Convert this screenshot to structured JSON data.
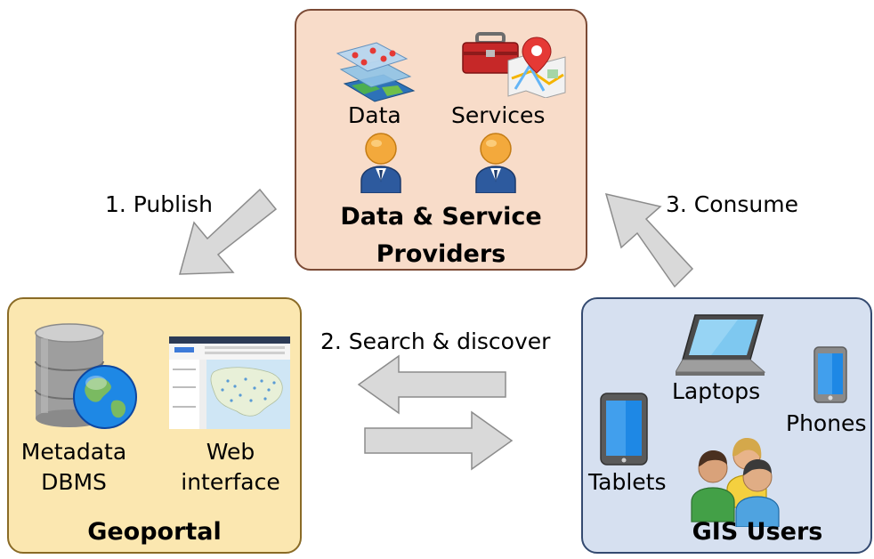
{
  "providers": {
    "title_line1": "Data & Service",
    "title_line2": "Providers",
    "data_label": "Data",
    "services_label": "Services"
  },
  "geoportal": {
    "title": "Geoportal",
    "metadata_line1": "Metadata",
    "metadata_line2": "DBMS",
    "web_line1": "Web",
    "web_line2": "interface"
  },
  "users": {
    "title": "GIS Users",
    "laptops_label": "Laptops",
    "phones_label": "Phones",
    "tablets_label": "Tablets"
  },
  "flows": {
    "publish": "1. Publish",
    "search": "2. Search & discover",
    "consume": "3. Consume"
  },
  "colors": {
    "providers_fill": "#f8dcc9",
    "geoportal_fill": "#fbe7b0",
    "users_fill": "#d6e0f0",
    "arrow_fill": "#d9d9d9",
    "arrow_stroke": "#8c8c8c"
  },
  "icons": [
    "map-layers-icon",
    "toolbox-icon",
    "map-pin-icon",
    "person-icon",
    "database-icon",
    "globe-icon",
    "web-map-screenshot-icon",
    "laptop-icon",
    "phone-icon",
    "tablet-icon",
    "user-group-icon"
  ]
}
